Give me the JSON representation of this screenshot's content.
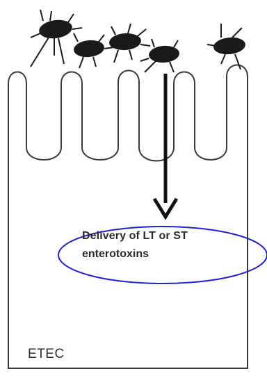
{
  "diagram": {
    "caption": {
      "line1": "Delivery of LT or ST",
      "line2": "enterotoxins"
    },
    "cell_label": "ETEC",
    "colors": {
      "outline": "#3a3a3a",
      "bacteria": "#1a1a1a",
      "arrow": "#111111",
      "highlight_ellipse": "#1f1fd6",
      "background": "#ffffff"
    },
    "icons": [
      "bacterium-icon",
      "arrow-down-icon"
    ],
    "bacteria_count": 5
  }
}
